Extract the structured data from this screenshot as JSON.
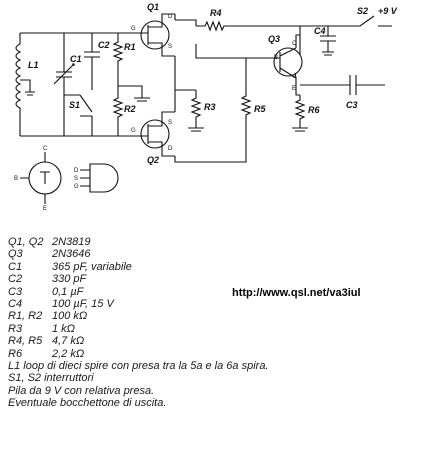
{
  "schematic": {
    "labels": {
      "q1": "Q1",
      "q2": "Q2",
      "q3": "Q3",
      "r1": "R1",
      "r2": "R2",
      "r3": "R3",
      "r4": "R4",
      "r5": "R5",
      "r6": "R6",
      "c1": "C1",
      "c2": "C2",
      "c3": "C3",
      "c4": "C4",
      "l1": "L1",
      "s1": "S1",
      "s2": "S2",
      "supply": "+9 V",
      "gate": "G",
      "drain": "D",
      "source": "S",
      "base": "B",
      "collector": "C",
      "emitter": "E"
    }
  },
  "url": "http://www.qsl.net/va3iul",
  "parts": [
    {
      "ref": "Q1, Q2",
      "value": "2N3819"
    },
    {
      "ref": "Q3",
      "value": "2N3646"
    },
    {
      "ref": "C1",
      "value": "365 pF, variabile"
    },
    {
      "ref": "C2",
      "value": "330 pF"
    },
    {
      "ref": "C3",
      "value": "0,1 µF"
    },
    {
      "ref": "C4",
      "value": "100 µF, 15 V"
    },
    {
      "ref": "R1, R2",
      "value": "100 kΩ"
    },
    {
      "ref": "R3",
      "value": "1 kΩ"
    },
    {
      "ref": "R4, R5",
      "value": "4,7 kΩ"
    },
    {
      "ref": "R6",
      "value": "2,2 kΩ"
    }
  ],
  "notes": [
    "L1 loop di dieci spire con presa tra la 5a e la 6a spira.",
    "S1, S2 interruttori",
    "Pila da 9 V con relativa presa.",
    "Eventuale bocchettone di uscita."
  ]
}
